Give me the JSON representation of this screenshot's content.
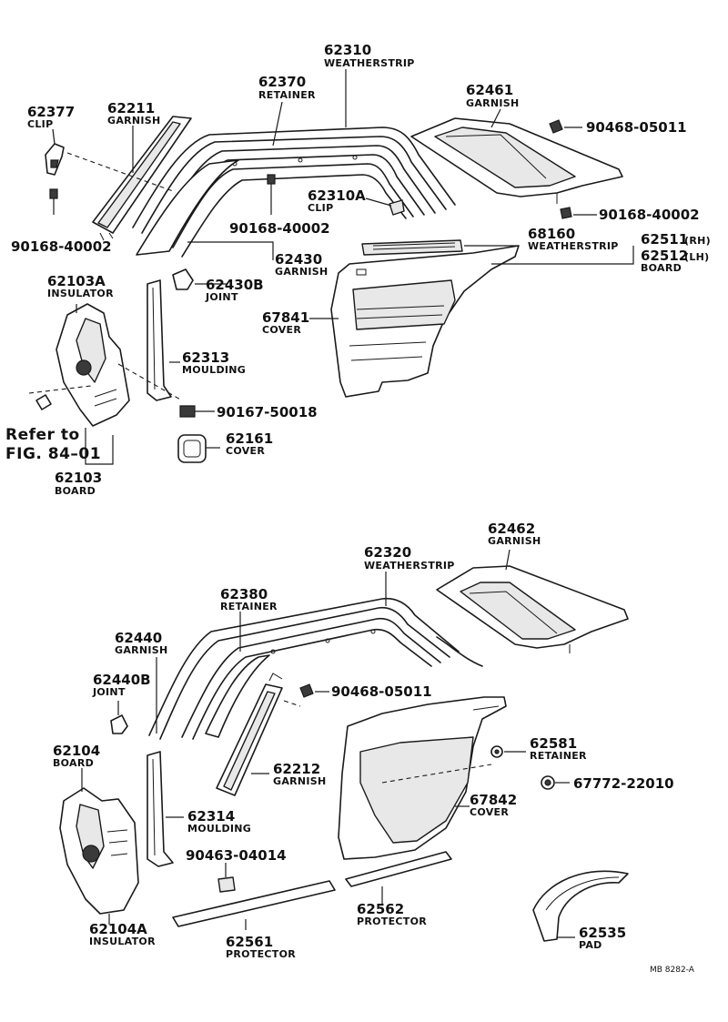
{
  "labels": {
    "p62310": {
      "num": "62310",
      "name": "WEATHERSTRIP"
    },
    "p62370": {
      "num": "62370",
      "name": "RETAINER"
    },
    "p62461": {
      "num": "62461",
      "name": "GARNISH"
    },
    "p62377": {
      "num": "62377",
      "name": "CLIP"
    },
    "p62211": {
      "num": "62211",
      "name": "GARNISH"
    },
    "p90468_05011_top": {
      "num": "90468-05011"
    },
    "p62310A": {
      "num": "62310A",
      "name": "CLIP"
    },
    "p90168_40002_right": {
      "num": "90168-40002"
    },
    "p90168_40002_left": {
      "num": "90168-40002"
    },
    "p90168_40002_mid": {
      "num": "90168-40002"
    },
    "p68160": {
      "num": "68160",
      "name": "WEATHERSTRIP"
    },
    "p62511": {
      "num": "62511",
      "suffix": "(RH)"
    },
    "p62512": {
      "num": "62512",
      "suffix": "(LH)"
    },
    "p_board_right": {
      "name": "BOARD"
    },
    "p62430": {
      "num": "62430",
      "name": "GARNISH"
    },
    "p62103A": {
      "num": "62103A",
      "name": "INSULATOR"
    },
    "p62430B": {
      "num": "62430B",
      "name": "JOINT"
    },
    "p67841": {
      "num": "67841",
      "name": "COVER"
    },
    "p62313": {
      "num": "62313",
      "name": "MOULDING"
    },
    "p90167_50018": {
      "num": "90167-50018"
    },
    "refer": {
      "line1": "Refer to",
      "line2": "FIG. 84–01"
    },
    "p62161": {
      "num": "62161",
      "name": "COVER"
    },
    "p62103": {
      "num": "62103",
      "name": "BOARD"
    },
    "p62462": {
      "num": "62462",
      "name": "GARNISH"
    },
    "p62320": {
      "num": "62320",
      "name": "WEATHERSTRIP"
    },
    "p62380": {
      "num": "62380",
      "name": "RETAINER"
    },
    "p62440": {
      "num": "62440",
      "name": "GARNISH"
    },
    "p62440B": {
      "num": "62440B",
      "name": "JOINT"
    },
    "p90468_05011_bottom": {
      "num": "90468-05011"
    },
    "p62104": {
      "num": "62104",
      "name": "BOARD"
    },
    "p62581": {
      "num": "62581",
      "name": "RETAINER"
    },
    "p62212": {
      "num": "62212",
      "name": "GARNISH"
    },
    "p67772_22010": {
      "num": "67772-22010"
    },
    "p67842": {
      "num": "67842",
      "name": "COVER"
    },
    "p62314": {
      "num": "62314",
      "name": "MOULDING"
    },
    "p90463_04014": {
      "num": "90463-04014"
    },
    "p62562": {
      "num": "62562",
      "name": "PROTECTOR"
    },
    "p62104A": {
      "num": "62104A",
      "name": "INSULATOR"
    },
    "p62561": {
      "num": "62561",
      "name": "PROTECTOR"
    },
    "p62535": {
      "num": "62535",
      "name": "PAD"
    },
    "figure_code": "MB 8282-A"
  }
}
